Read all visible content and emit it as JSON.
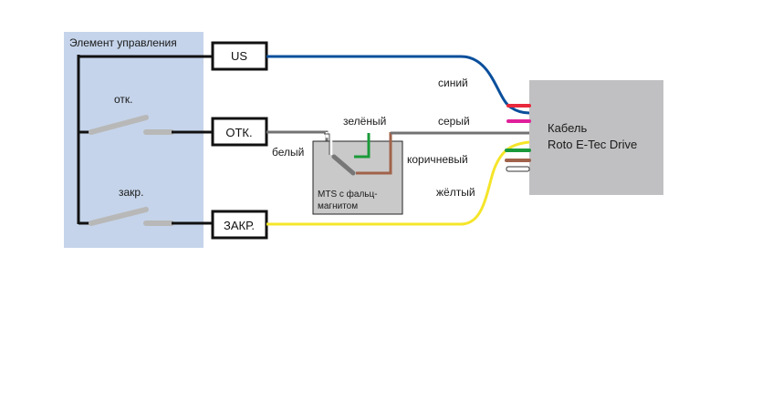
{
  "control_panel": {
    "title": "Элемент управления",
    "switch_open_label": "отк.",
    "switch_close_label": "закр."
  },
  "terminals": {
    "us": "US",
    "open": "ОТК.",
    "close": "ЗАКР."
  },
  "mts_box": {
    "line1": "MTS с фальц-",
    "line2": "магнитом"
  },
  "cable": {
    "line1": "Кабель",
    "line2": "Roto E-Tec Drive"
  },
  "wires": {
    "blue": "синий",
    "grey": "серый",
    "white": "белый",
    "green": "зелёный",
    "brown": "коричневый",
    "yellow": "жёлтый"
  },
  "colors": {
    "panel": "#c5d4ea",
    "cable_box": "#c0c0c2",
    "blue": "#0a4f9c",
    "grey": "#737373",
    "yellow": "#f5e52a",
    "green": "#1a9a3a",
    "brown": "#a0624a",
    "red": "#e8283c",
    "magenta": "#e0209a"
  }
}
